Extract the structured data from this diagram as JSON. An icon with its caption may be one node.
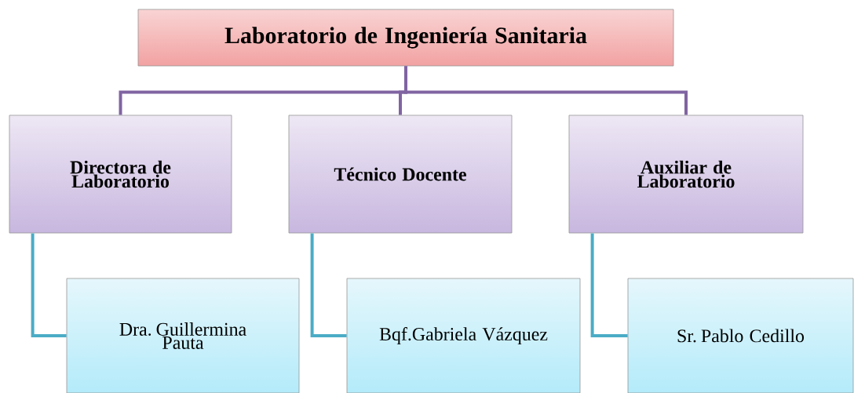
{
  "diagram": {
    "nodes": [
      {
        "text": [
          "Laboratorio de Ingeniería Sanitaria"
        ]
      },
      {
        "text": [
          "Directora de Laboratorio"
        ]
      },
      {
        "text": [
          "Técnico Docente"
        ]
      },
      {
        "text": [
          "Auxiliar de Laboratorio"
        ]
      },
      {
        "text": [
          "Dra. Guillermina Pauta"
        ]
      },
      {
        "text": [
          "Bqf.Gabriela Vázquez"
        ]
      },
      {
        "text": [
          "Sr. Pablo Cedillo"
        ]
      }
    ],
    "edges": [
      {
        "from": 0,
        "to": 1,
        "arrow": "none"
      },
      {
        "from": 0,
        "to": 2,
        "arrow": "none"
      },
      {
        "from": 0,
        "to": 3,
        "arrow": "none"
      },
      {
        "from": 1,
        "to": 4,
        "arrow": "none",
        "color": "#4bacc6"
      },
      {
        "from": 2,
        "to": 5,
        "arrow": "none",
        "color": "#4bacc6"
      },
      {
        "from": 3,
        "to": 6,
        "arrow": "none",
        "color": "#4bacc6"
      }
    ]
  }
}
